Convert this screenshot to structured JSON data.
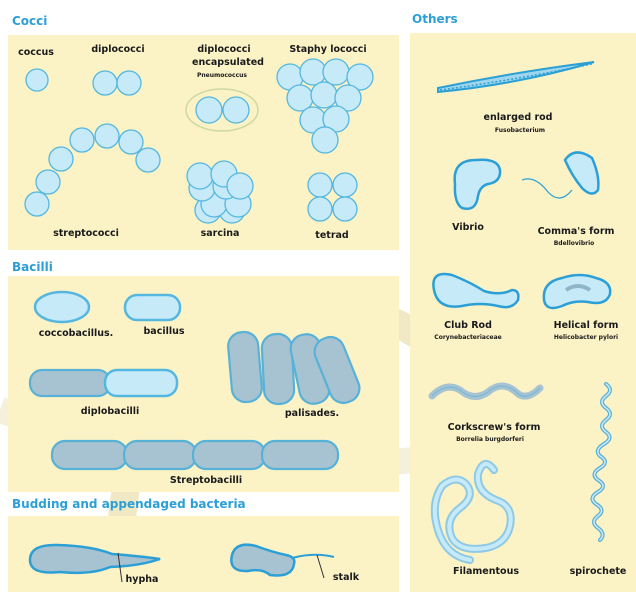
{
  "sections": {
    "cocci": "Cocci",
    "bacilli": "Bacilli",
    "budding": "Budding and appendaged bacteria",
    "others": "Others"
  },
  "labels": {
    "coccus": "coccus",
    "diplococci": "diplococci",
    "diplococci_encapsulated": "diplococci",
    "diplococci_encapsulated_2": "encapsulated",
    "pneumococcus": "Pneumococcus",
    "staphylococci": "Staphy lococci",
    "streptococci": "streptococci",
    "sarcina": "sarcina",
    "tetrad": "tetrad",
    "coccobacillus": "coccobacillus.",
    "bacillus": "bacillus",
    "diplobacilli": "diplobacilli",
    "palisades": "palisades.",
    "streptobacilli": "Streptobacilli",
    "hypha": "hypha",
    "stalk": "stalk",
    "enlarged_rod": "enlarged rod",
    "fusobacterium": "Fusobacterium",
    "vibrio": "Vibrio",
    "commas_form": "Comma's form",
    "bdellovibrio": "Bdellovibrio",
    "club_rod": "Club Rod",
    "corynebacteriaceae": "Corynebacteriaceae",
    "helical_form": "Helical form",
    "helicobacter": "Helicobacter pylori",
    "corkscrews_form": "Corkscrew's form",
    "borrelia": "Borrelia burgdorferi",
    "filamentous": "Filamentous",
    "spirochete": "spirochete"
  },
  "colors": {
    "panel": "#fbf2c6",
    "cell_fill": "#c6eaf8",
    "cell_stroke": "#55b7e0",
    "rod_fill": "#a7c3d1",
    "rod_stroke": "#58b2d8",
    "heading": "#2c9fd6"
  }
}
